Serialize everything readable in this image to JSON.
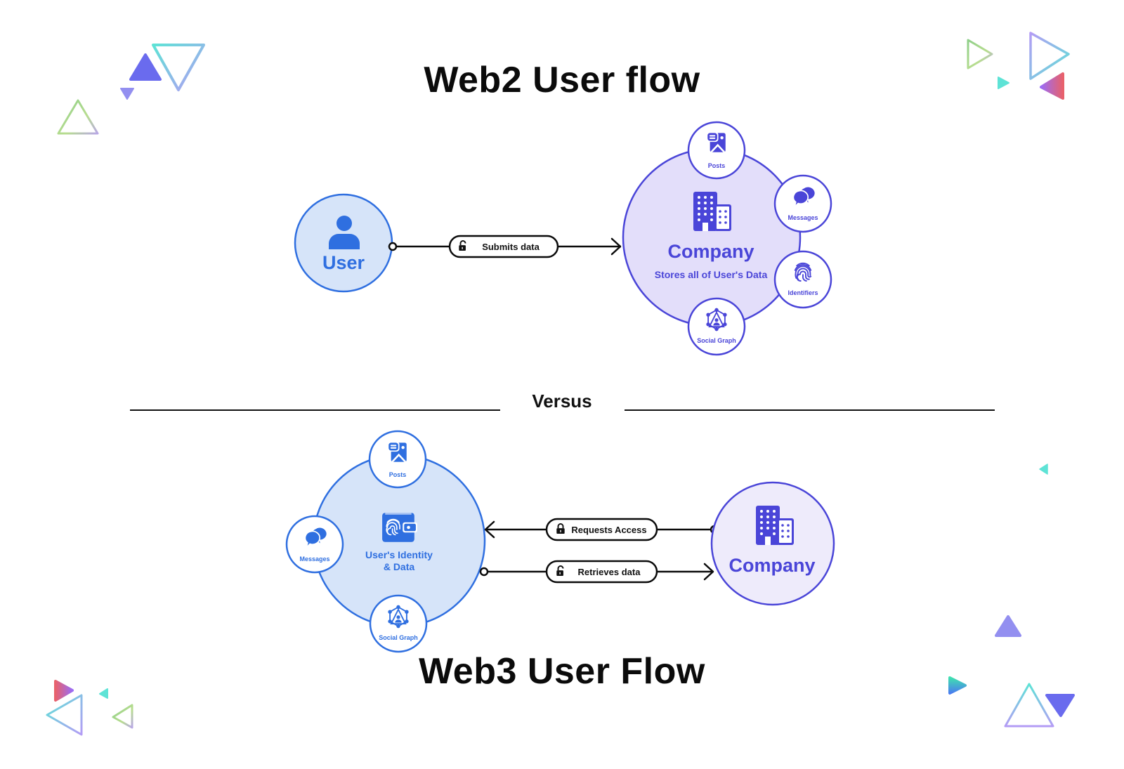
{
  "titles": {
    "web2": "Web2 User flow",
    "versus": "Versus",
    "web3": "Web3 User Flow"
  },
  "colors": {
    "user_blue": "#2f6fe0",
    "user_fill": "#d6e4f9",
    "company_purple": "#4a45d8",
    "company_fill": "#e3defa",
    "company_fill_light": "#eeebfb",
    "line": "#0b0b0b"
  },
  "web2": {
    "user_node": {
      "label": "User",
      "icon": "person-icon"
    },
    "connector": {
      "label": "Submits data",
      "icon": "unlocked-padlock-icon"
    },
    "company_node": {
      "label": "Company",
      "sublabel": "Stores all of User's Data",
      "icon": "office-building-icon"
    },
    "satellites": [
      {
        "label": "Posts",
        "icon": "posts-image-icon"
      },
      {
        "label": "Messages",
        "icon": "chat-bubbles-icon"
      },
      {
        "label": "Identifiers",
        "icon": "fingerprint-icon"
      },
      {
        "label": "Social Graph",
        "icon": "social-graph-icon"
      }
    ]
  },
  "web3": {
    "identity_node": {
      "label_line1": "User's Identity",
      "label_line2": "& Data",
      "icon": "fingerprint-wallet-icon"
    },
    "satellites": [
      {
        "label": "Posts",
        "icon": "posts-image-icon"
      },
      {
        "label": "Messages",
        "icon": "chat-bubbles-icon"
      },
      {
        "label": "Social Graph",
        "icon": "social-graph-icon"
      }
    ],
    "connectors": [
      {
        "label": "Requests Access",
        "icon": "locked-padlock-icon",
        "direction": "company-to-user"
      },
      {
        "label": "Retrieves data",
        "icon": "unlocked-padlock-icon",
        "direction": "user-to-company"
      }
    ],
    "company_node": {
      "label": "Company",
      "icon": "office-building-icon"
    }
  }
}
